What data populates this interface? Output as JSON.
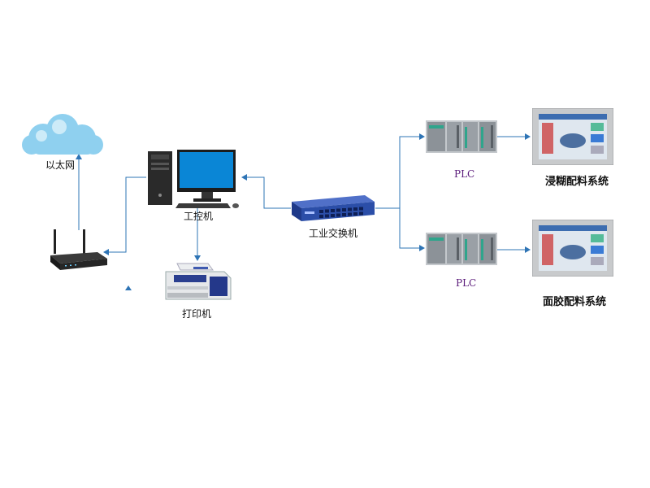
{
  "labels": {
    "ethernet": "以太网",
    "industrial_pc": "工控机",
    "printer": "打印机",
    "industrial_switch": "工业交换机",
    "plc_top": "PLC",
    "plc_bottom": "PLC",
    "system_top": "浸糊配料系统",
    "system_bottom": "面胶配料系统"
  },
  "colors": {
    "connector": "#2e74b5",
    "switch_body": "#2b4ea8",
    "plc_body": "#8c9298",
    "plc_accent": "#2fa58c",
    "cloud": "#8fd0ef"
  },
  "icons": {
    "cloud": "cloud-icon",
    "router": "router-icon",
    "computer": "computer-icon",
    "printer": "printer-icon",
    "switch": "network-switch-icon",
    "plc": "plc-icon",
    "hmi": "hmi-panel-icon"
  }
}
